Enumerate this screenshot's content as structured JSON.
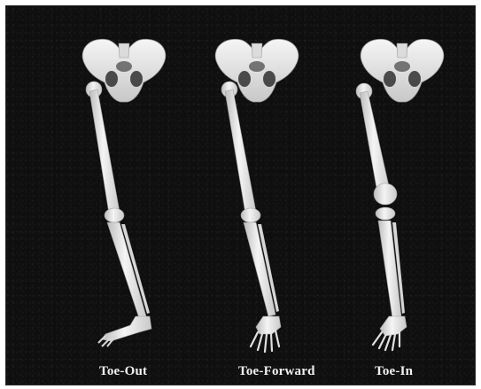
{
  "figure": {
    "background_color": "#0f0f0f",
    "bone_color": "#e9e9e9",
    "panels": [
      {
        "label": "Toe-Out"
      },
      {
        "label": "Toe-Forward"
      },
      {
        "label": "Toe-In"
      }
    ]
  }
}
